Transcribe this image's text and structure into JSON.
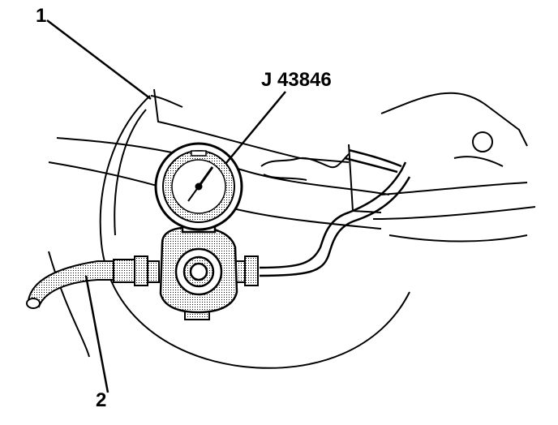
{
  "callouts": {
    "item_1": "1",
    "item_2": "2",
    "tool": "J 43846"
  },
  "colors": {
    "ink": "#000000",
    "paper": "#ffffff",
    "shade": "#9a9a9a"
  }
}
